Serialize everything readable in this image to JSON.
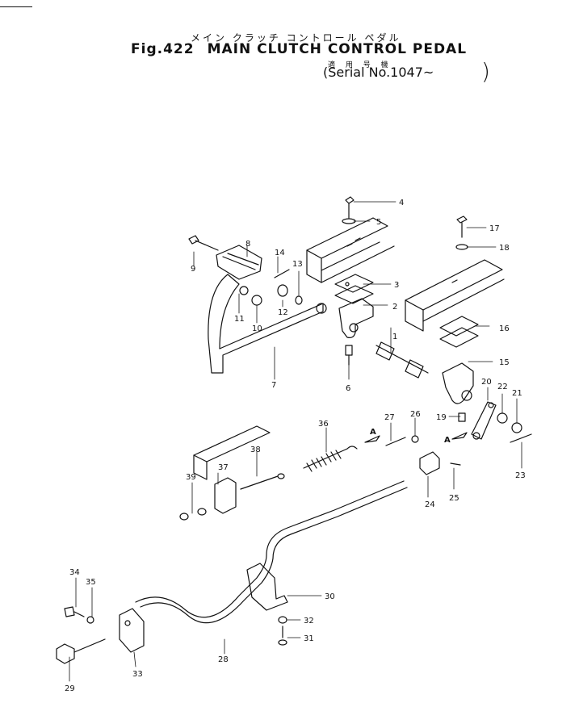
{
  "header": {
    "title_jp": "メイン クラッチ コントロール ペダル",
    "fig_number": "Fig.422",
    "title": "MAIN CLUTCH CONTROL PEDAL",
    "serial_jp": "適 用 号 機",
    "serial_open": "(Serial No.1047~",
    "serial_close": ")"
  },
  "callouts": {
    "c1": "1",
    "c2": "2",
    "c3": "3",
    "c4": "4",
    "c5": "5",
    "c6": "6",
    "c7": "7",
    "c8": "8",
    "c9": "9",
    "c10": "10",
    "c11": "11",
    "c12": "12",
    "c13": "13",
    "c14": "14",
    "c15": "15",
    "c16": "16",
    "c17": "17",
    "c18": "18",
    "c19": "19",
    "c20": "20",
    "c21": "21",
    "c22": "22",
    "c23": "23",
    "c24": "24",
    "c25": "25",
    "c26": "26",
    "c27": "27",
    "c28": "28",
    "c29": "29",
    "c30": "30",
    "c31": "31",
    "c32": "32",
    "c33": "33",
    "c34": "34",
    "c35": "35",
    "c36": "36",
    "c37": "37",
    "c38": "38",
    "c39": "39",
    "arrowA1": "A",
    "arrowA2": "A"
  }
}
